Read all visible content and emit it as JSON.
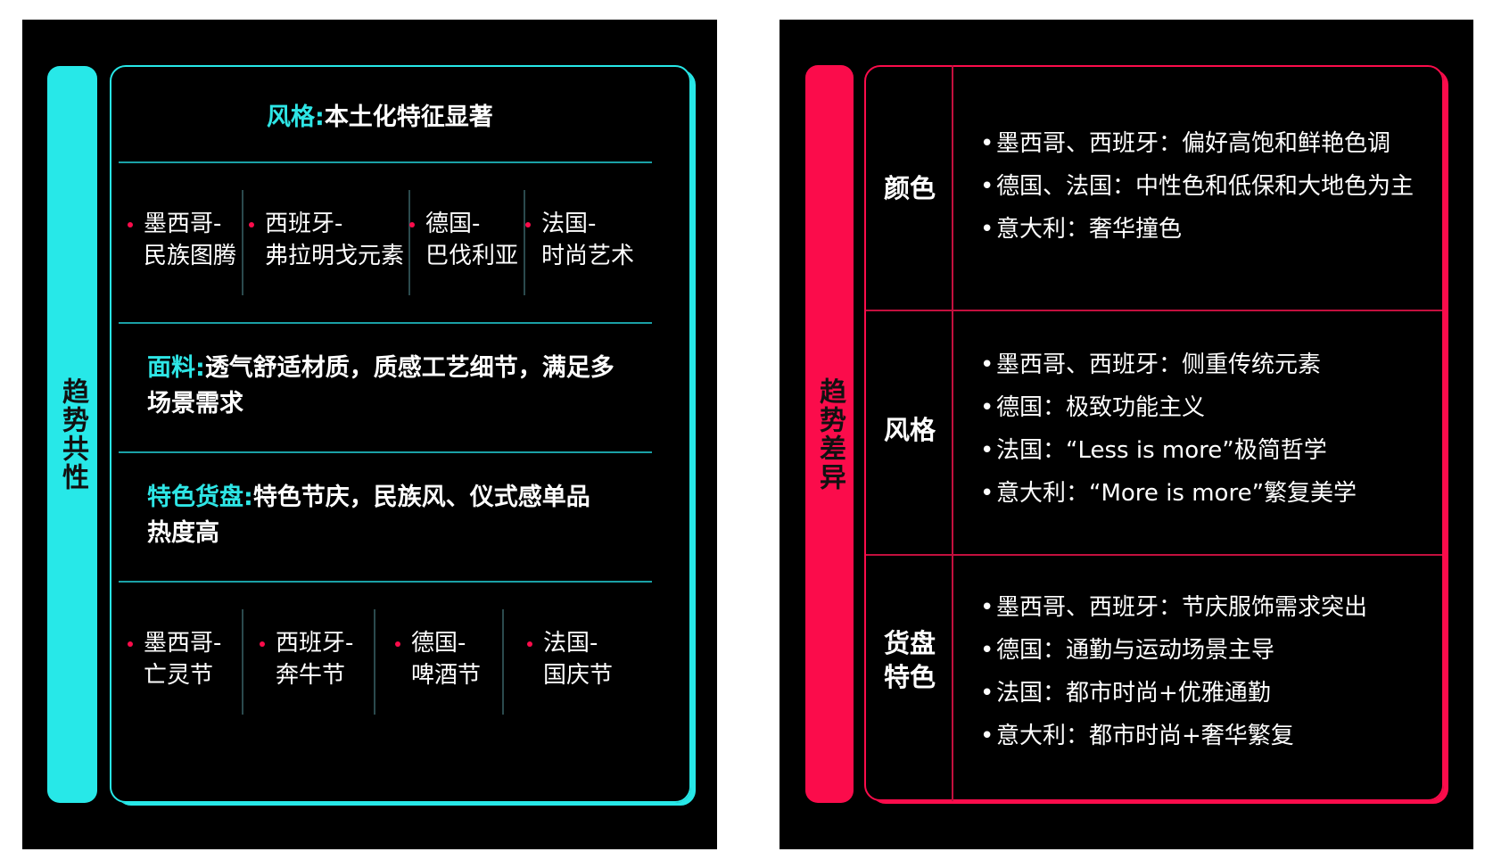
{
  "left": {
    "bar_label": "趋势共性",
    "style_row": {
      "key": "风格:",
      "value": "本土化特征显著"
    },
    "style_items": [
      {
        "line1": "墨西哥-",
        "line2": "民族图腾"
      },
      {
        "line1": "西班牙-",
        "line2": "弗拉明戈元素"
      },
      {
        "line1": "德国-",
        "line2": "巴伐利亚"
      },
      {
        "line1": "法国-",
        "line2": "时尚艺术"
      }
    ],
    "fabric_row": {
      "key": "面料:",
      "value": "透气舒适材质，质感工艺细节，满足多",
      "value2": "场景需求"
    },
    "goods_row": {
      "key": "特色货盘:",
      "value": "特色节庆，民族风、仪式感单品",
      "value2": "热度高"
    },
    "festival_items": [
      {
        "line1": "墨西哥-",
        "line2": "亡灵节"
      },
      {
        "line1": "西班牙-",
        "line2": "奔牛节"
      },
      {
        "line1": "德国-",
        "line2": "啤酒节"
      },
      {
        "line1": "法国-",
        "line2": "国庆节"
      }
    ],
    "colors": {
      "accent": "#27e8e8",
      "dot": "#fb0c4b"
    }
  },
  "right": {
    "bar_label": "趋势差异",
    "rows": [
      {
        "head": [
          "颜色"
        ],
        "bullets": [
          "墨西哥、西班牙：偏好高饱和鲜艳色调",
          "德国、法国：中性色和低保和大地色为主",
          "意大利：奢华撞色"
        ]
      },
      {
        "head": [
          "风格"
        ],
        "bullets": [
          "墨西哥、西班牙：侧重传统元素",
          "德国：极致功能主义",
          "法国：“Less is more”极简哲学",
          "意大利：“More is more”繁复美学"
        ]
      },
      {
        "head": [
          "货盘",
          "特色"
        ],
        "bullets": [
          "墨西哥、西班牙：节庆服饰需求突出",
          "德国：通勤与运动场景主导",
          "法国：都市时尚+优雅通勤",
          "意大利：都市时尚+奢华繁复"
        ]
      }
    ],
    "bullet_char": "•",
    "colors": {
      "accent": "#fb0c4b"
    }
  }
}
